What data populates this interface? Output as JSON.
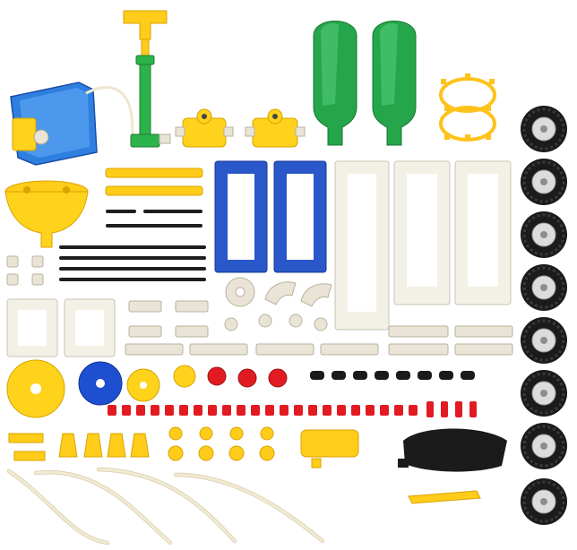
{
  "scene": {
    "colors": {
      "background": "#ffffff",
      "blue": "#2a57c9",
      "yellow": "#ffcc1a",
      "green": "#2cb34a",
      "bottle_green": "#25a64a",
      "white_part": "#f3f0e6",
      "red": "#e21b22",
      "black": "#1b1b1b",
      "tube": "#f1ead0"
    },
    "parts": [
      "water-tank-icon",
      "air-pump-icon",
      "valve-icon",
      "bottle-icon",
      "track-ring-icon",
      "wheel-icon",
      "funnel-icon",
      "beam-icon",
      "frame-icon",
      "rod-icon",
      "gear-icon",
      "connector-peg-icon",
      "tube-icon",
      "part-separator-icon"
    ],
    "wheel_count": 8,
    "bottle_count": 2,
    "valve_count": 2
  }
}
